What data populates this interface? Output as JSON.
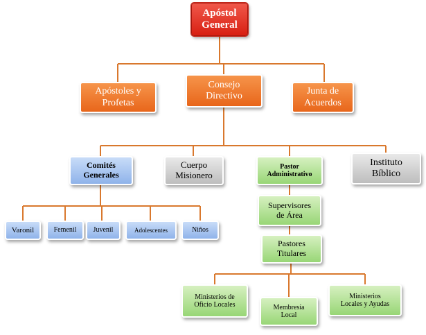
{
  "chart": {
    "root": "Apóstol\nGeneral",
    "level1": {
      "left": "Apóstoles y\nProfetas",
      "center": "Consejo\nDirectivo",
      "right": "Junta de\nAcuerdos"
    },
    "level2": {
      "comites": "Comités\nGenerales",
      "cuerpo": "Cuerpo\nMisionero",
      "pastor": "Pastor\nAdministrativo",
      "instituto": "Instituto\nBíblico"
    },
    "comites_children": [
      "Varonil",
      "Femenil",
      "Juvenil",
      "Adolescentes",
      "Niños"
    ],
    "pastor_chain": {
      "supervisores": "Supervisores\nde Área",
      "pastores": "Pastores\nTitulares"
    },
    "pastores_children": {
      "oficio": "Ministerios de\nOficio Locales",
      "membresia": "Membresía\nLocal",
      "ayudas": "Ministerios\nLocales y Ayudas"
    }
  },
  "colors": {
    "connector": "#d9782d",
    "root": "#e0261a",
    "orange": "#ef7a30",
    "blue": "#a9c6f0",
    "gray": "#d3d3d3",
    "green": "#b4e496"
  }
}
